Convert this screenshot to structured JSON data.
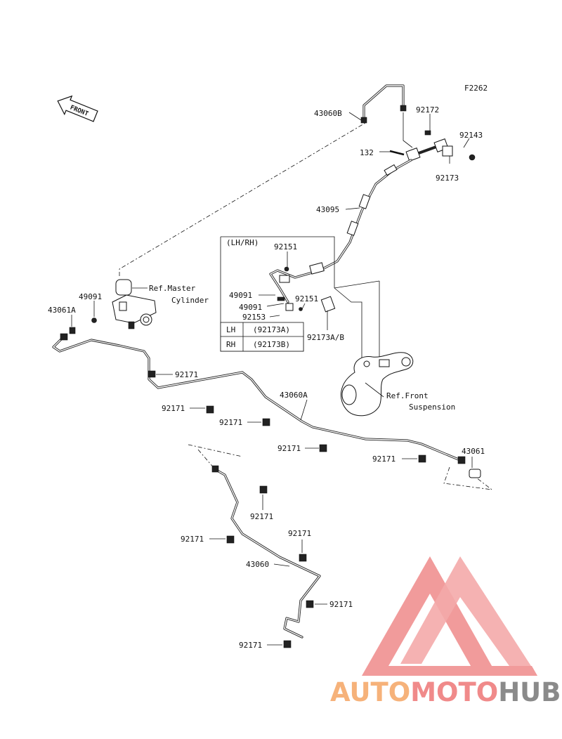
{
  "figure_code": "F2262",
  "front_label": "FRONT",
  "variant_header": "(LH/RH)",
  "variant_table": [
    {
      "side": "LH",
      "part": "(92173A)"
    },
    {
      "side": "RH",
      "part": "(92173B)"
    }
  ],
  "refs": {
    "master_cylinder": [
      "Ref.Master",
      "Cylinder"
    ],
    "front_suspension": [
      "Ref.Front",
      "Suspension"
    ]
  },
  "part_numbers": {
    "p43060B": "43060B",
    "p92172": "92172",
    "p92143": "92143",
    "p132": "132",
    "p92173": "92173",
    "p43095": "43095",
    "p92151a": "92151",
    "p49091a": "49091",
    "p49091b": "49091",
    "p92153": "92153",
    "p92151b": "92151",
    "p92173AB": "92173A/B",
    "p49091c": "49091",
    "p43061A": "43061A",
    "p92171_1": "92171",
    "p92171_2": "92171",
    "p92171_3": "92171",
    "p43060A": "43060A",
    "p92171_4": "92171",
    "p92171_5": "92171",
    "p43061": "43061",
    "p92171_6": "92171",
    "p92171_7": "92171",
    "p92171_8": "92171",
    "p43060": "43060",
    "p92171_9": "92171",
    "p92171_10": "92171"
  },
  "watermark": {
    "auto": "AUTO",
    "moto": "MOTO",
    "hub": "HUB",
    "colors": {
      "auto": "#f6b27a",
      "moto": "#f08a8a",
      "hub": "#8a8a8a",
      "logo": "#ee8080"
    }
  }
}
